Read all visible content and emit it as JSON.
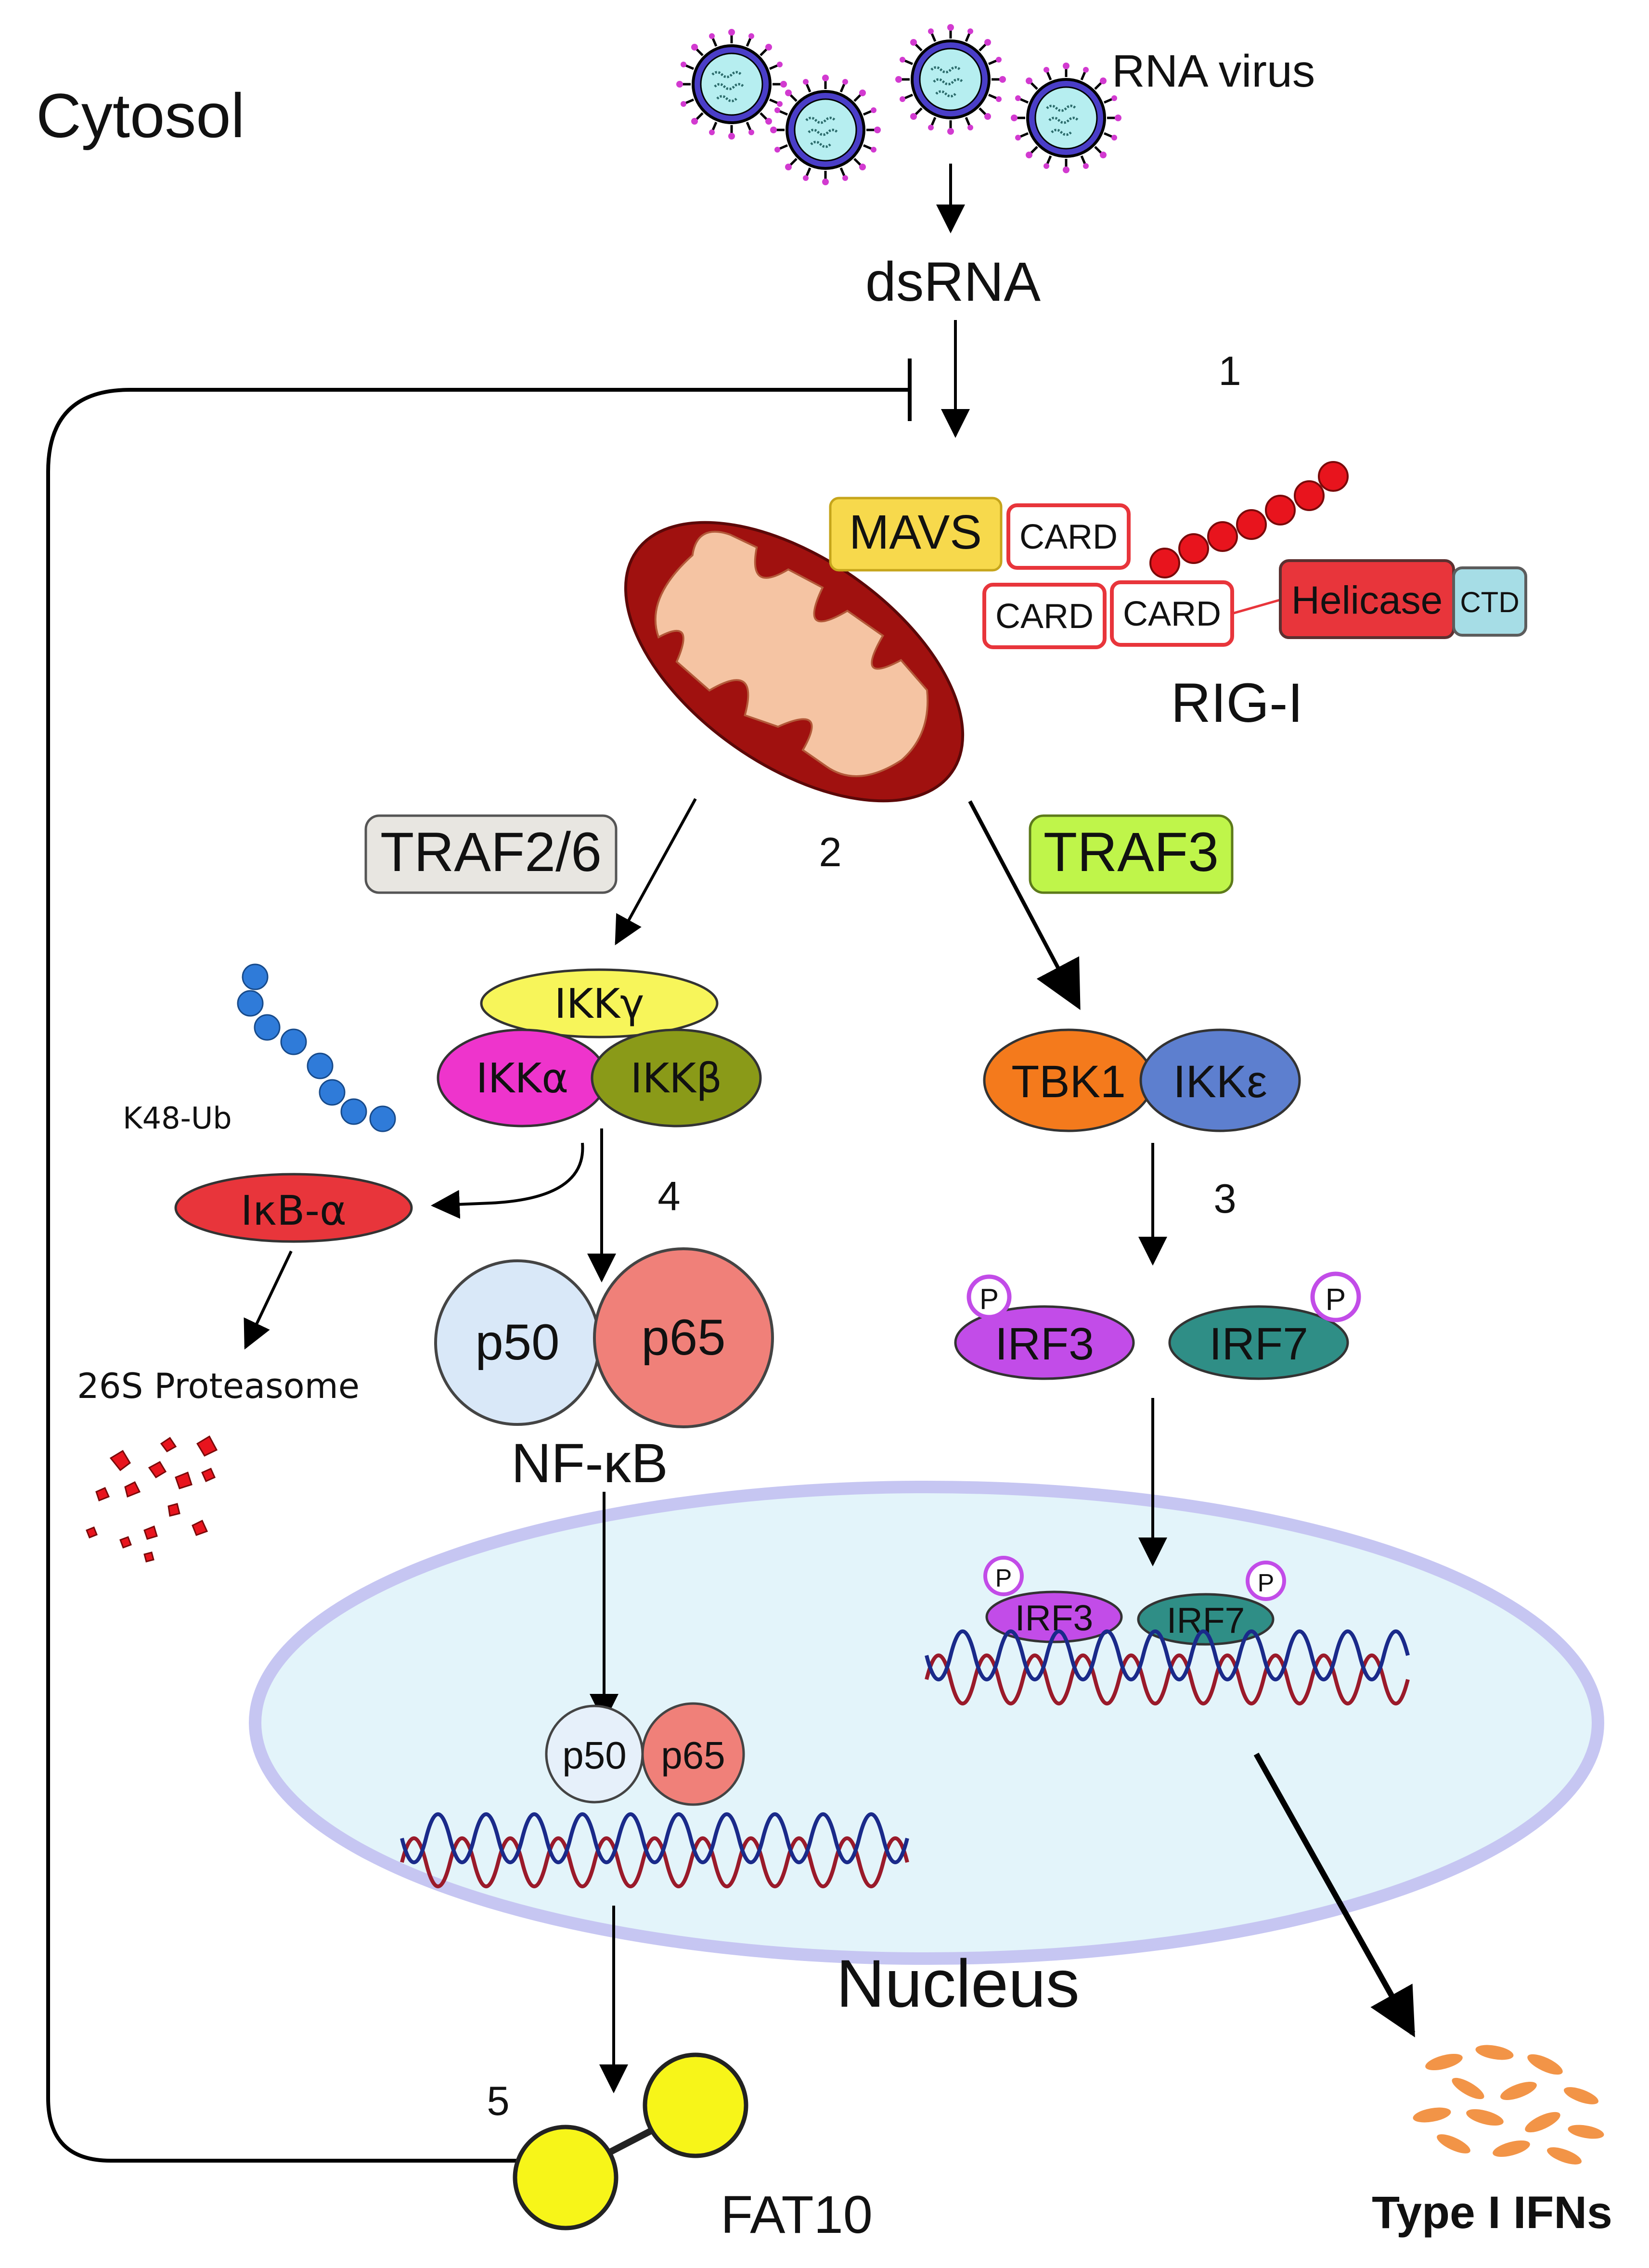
{
  "labels": {
    "cytosol": "Cytosol",
    "rna_virus": "RNA virus",
    "dsrna": "dsRNA",
    "step1": "1",
    "step2": "2",
    "step3": "3",
    "step4": "4",
    "step5": "5",
    "mavs": "MAVS",
    "card_mavs": "CARD",
    "card_rig1": "CARD",
    "card_rig2": "CARD",
    "helicase": "Helicase",
    "ctd": "CTD",
    "rig_i": "RIG-I",
    "traf26": "TRAF2/6",
    "traf3": "TRAF3",
    "ikk_gamma": "IKKγ",
    "ikk_alpha": "IKKα",
    "ikk_beta": "IKKβ",
    "tbk1": "TBK1",
    "ikk_epsilon": "IKKε",
    "k48_ub": "K48-Ub",
    "ikb_alpha": "IκB-α",
    "proteasome": "26S Proteasome",
    "p50": "p50",
    "p65": "p65",
    "nfkb": "NF-κB",
    "irf3": "IRF3",
    "irf7": "IRF7",
    "phospho": "P",
    "nucleus": "Nucleus",
    "fat10": "FAT10",
    "type1_ifns": "Type I IFNs"
  },
  "colors": {
    "mavs": "#f7d94c",
    "card_border": "#e8353b",
    "helicase": "#e8353b",
    "ctd": "#a6dde6",
    "mito_outer": "#a0110f",
    "mito_inner": "#f5c4a3",
    "traf26": "#e8e6e1",
    "traf3": "#bff54a",
    "ikk_gamma": "#f7f55a",
    "ikk_alpha": "#ee34cc",
    "ikk_beta": "#8a9a18",
    "tbk1": "#f47a1c",
    "ikk_epsilon": "#5d7fcf",
    "ikb": "#e8353b",
    "ubiquitin": "#2f7bd9",
    "p50": "#d9e8f8",
    "p65": "#f08079",
    "irf3": "#c24ce8",
    "irf7": "#2f8e86",
    "nucleus_fill": "#e3f4fa",
    "nucleus_border": "#c6c6f2",
    "fat10": "#f7f519",
    "ifn": "#f29447",
    "virus_capsid": "#4a3ec8",
    "virus_core": "#b6eef0",
    "virus_spike": "#d23ad0"
  }
}
